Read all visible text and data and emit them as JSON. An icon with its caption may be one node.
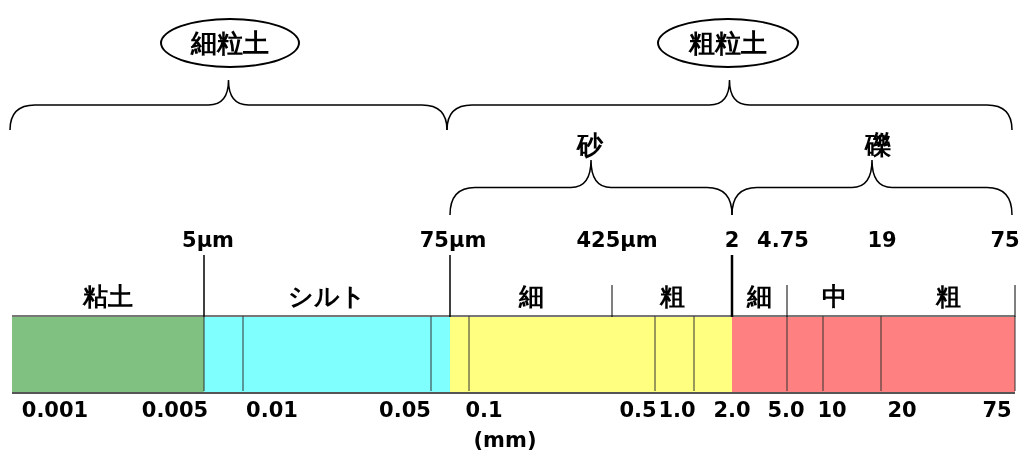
{
  "diagram": {
    "nodes": [
      {
        "text": [
          "細粒土"
        ]
      },
      {
        "text": [
          "粗粒土"
        ]
      },
      {
        "text": [
          "砂"
        ]
      },
      {
        "text": [
          "礫"
        ]
      },
      {
        "text": [
          "粘土"
        ]
      },
      {
        "text": [
          "シルト"
        ]
      },
      {
        "text": [
          "細"
        ]
      },
      {
        "text": [
          "粗"
        ]
      },
      {
        "text": [
          "細"
        ]
      },
      {
        "text": [
          "中"
        ]
      },
      {
        "text": [
          "粗"
        ]
      }
    ],
    "edges": [],
    "labels": [
      "5μm",
      "75μm",
      "425μm",
      "2",
      "4.75",
      "19",
      "75",
      "0.001",
      "0.005",
      "0.01",
      "0.05",
      "0.1",
      "0.5",
      "1.0",
      "2.0",
      "5.0",
      "10",
      "20",
      "75",
      "(mm)"
    ]
  }
}
